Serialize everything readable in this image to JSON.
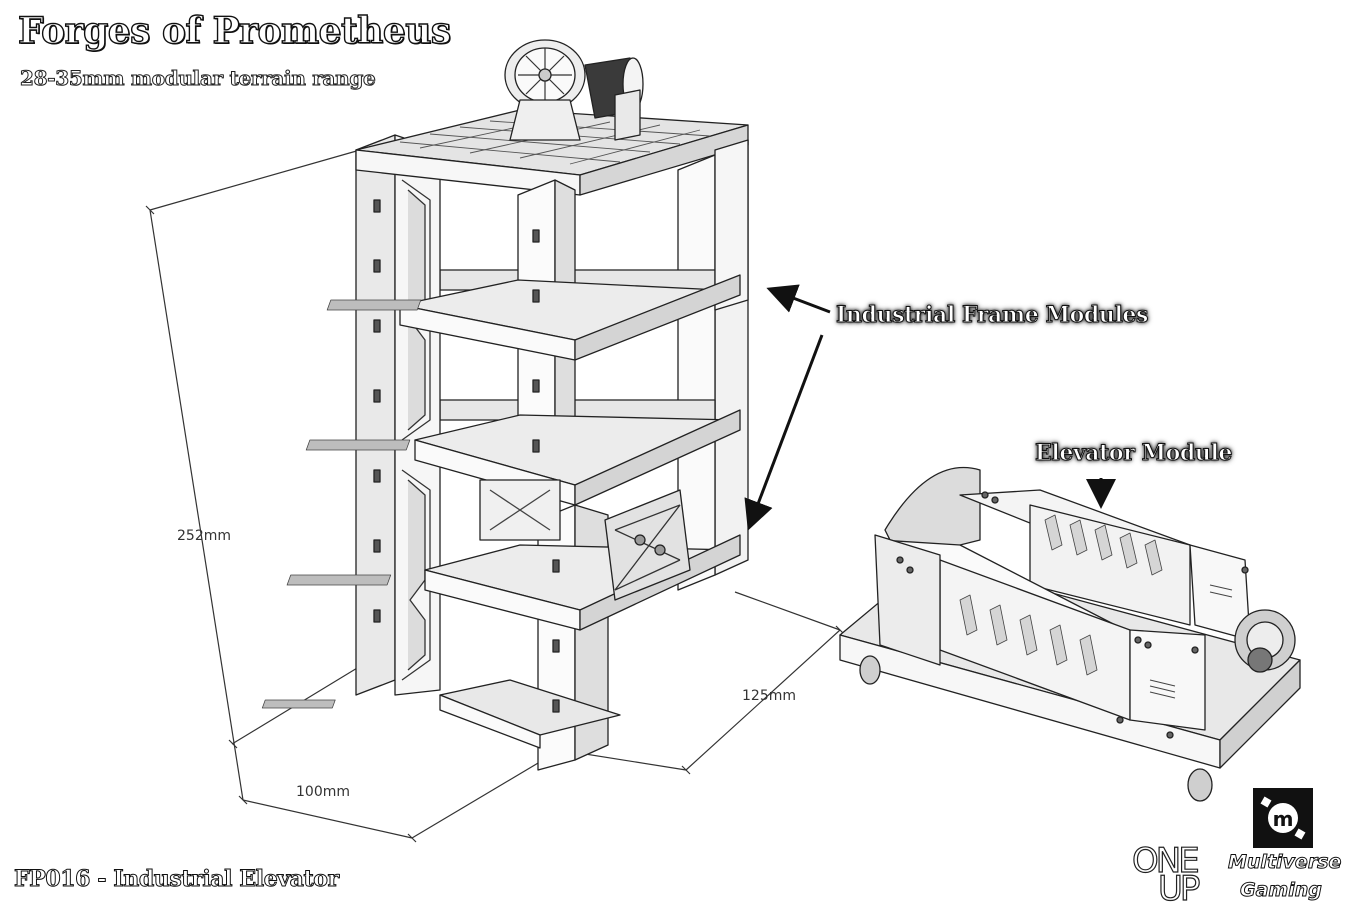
{
  "title": "Forges of Prometheus",
  "subtitle": "28-35mm modular terrain range",
  "callouts": {
    "frame_modules": "Industrial Frame Modules",
    "elevator_module": "Elevator Module"
  },
  "dimensions": {
    "height": "252mm",
    "width": "100mm",
    "depth": "125mm"
  },
  "product_code": "FP016 - Industrial Elevator",
  "branding": {
    "oneup_top": "ONE",
    "oneup_bottom": "UP",
    "multiverse": "Multiverse",
    "gaming": "Gaming"
  },
  "icons": [
    "pulley-winch-icon",
    "elevator-cage-icon",
    "multiverse-gaming-logo",
    "arrow-icon"
  ],
  "colors": {
    "line": "#222222",
    "fill_light": "#f4f4f4",
    "fill_mid": "#d9d9d9",
    "shadow": "#9a9a9a"
  }
}
